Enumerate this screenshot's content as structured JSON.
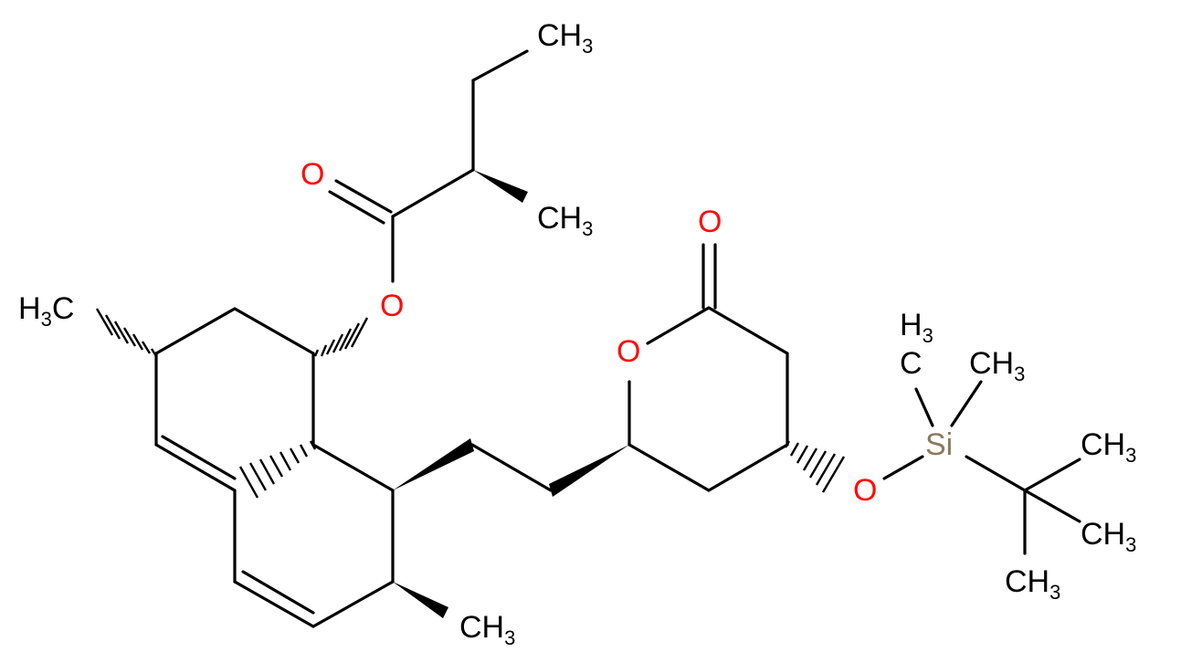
{
  "colors": {
    "carbon": "#000000",
    "oxygen": "#ff0d0d",
    "silicon": "#8b7a60",
    "background": "#ffffff"
  },
  "atoms": {
    "o_carbonyl_ester": "O",
    "o_ester": "O",
    "o_ring": "O",
    "o_lactone": "O",
    "o_silyl": "O",
    "si": "Si",
    "ch3_ethyl": {
      "main": "CH",
      "sub": "3"
    },
    "ch3_alpha": {
      "main": "CH",
      "sub": "3"
    },
    "h3c_ring": {
      "main": "H",
      "sub": "3",
      "tail": "C"
    },
    "ch3_bottom": {
      "main": "CH",
      "sub": "3"
    },
    "si_ch3_top_h3": {
      "main": "H",
      "sub": "3"
    },
    "si_ch3_top_c": "C",
    "si_ch3_right": {
      "main": "CH",
      "sub": "3"
    },
    "tbu_ch3_1": {
      "main": "CH",
      "sub": "3"
    },
    "tbu_ch3_2": {
      "main": "CH",
      "sub": "3"
    },
    "tbu_ch3_3": {
      "main": "CH",
      "sub": "3"
    }
  }
}
